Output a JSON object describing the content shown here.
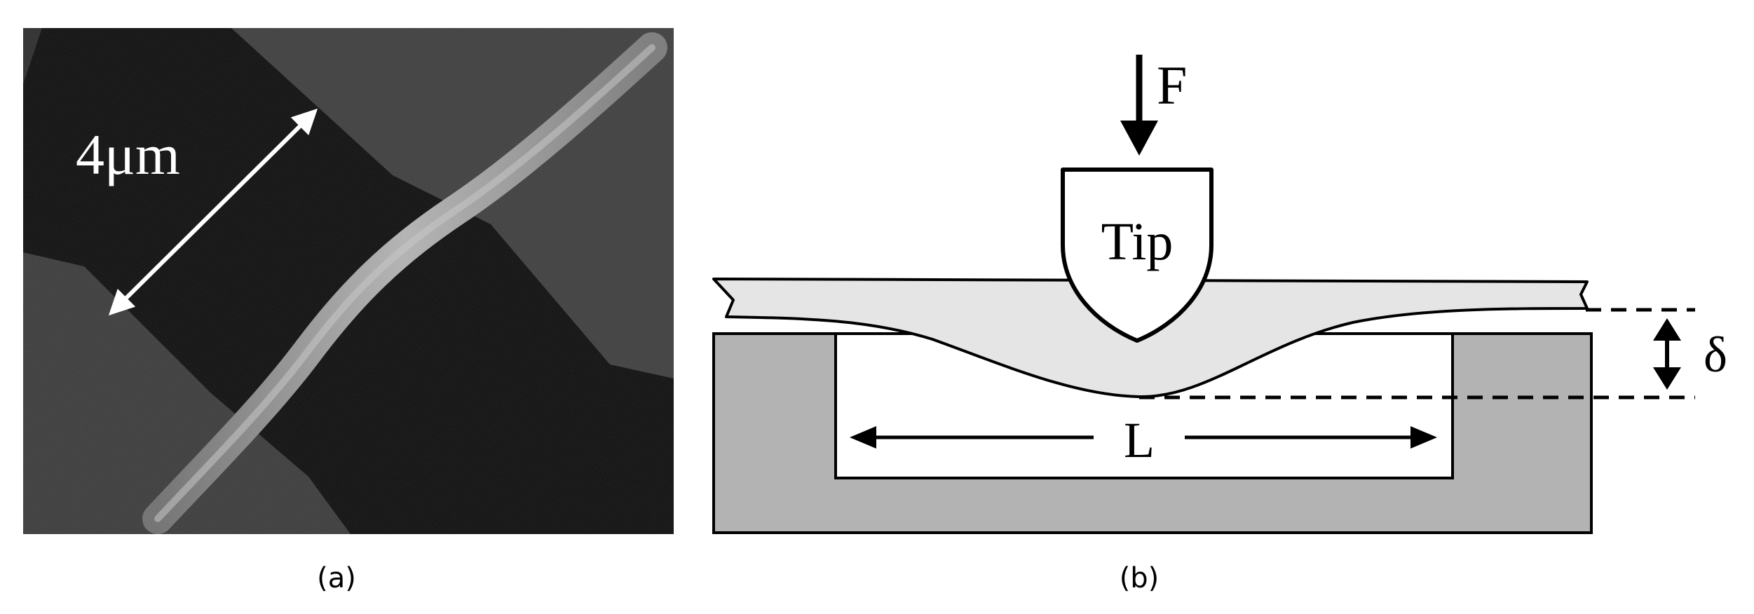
{
  "panel_a": {
    "caption": "(a)",
    "scale_label": "4μm"
  },
  "panel_b": {
    "caption": "(b)",
    "force_label": "F",
    "tip_label": "Tip",
    "length_label": "L",
    "deflection_label": "δ"
  },
  "colors": {
    "micrograph_background": "#0a0a0a",
    "support_pad": "#3e3e3e",
    "nanowire": "#9a9a9a",
    "substrate": "#b2b2b2",
    "membrane": "#e6e6e6",
    "line": "#000000"
  }
}
